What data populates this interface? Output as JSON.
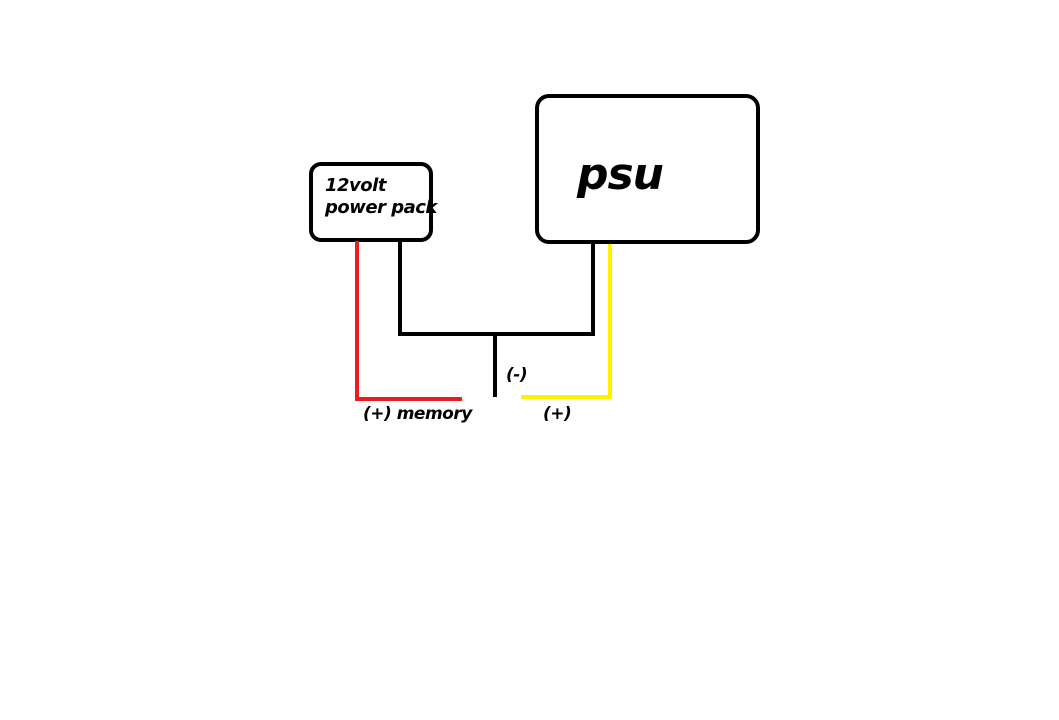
{
  "canvas": {
    "background": "#ffffff"
  },
  "colors": {
    "wire_black": "#000000",
    "wire_red": "#ED1C24",
    "wire_yellow": "#FFF200",
    "box_border": "#000000"
  },
  "diagram": {
    "power_pack": {
      "label_line1": "12volt",
      "label_line2": "power pack"
    },
    "psu": {
      "label": "psu"
    },
    "wire_labels": {
      "negative": "(-)",
      "positive_memory": "(+) memory",
      "positive": "(+)"
    }
  }
}
